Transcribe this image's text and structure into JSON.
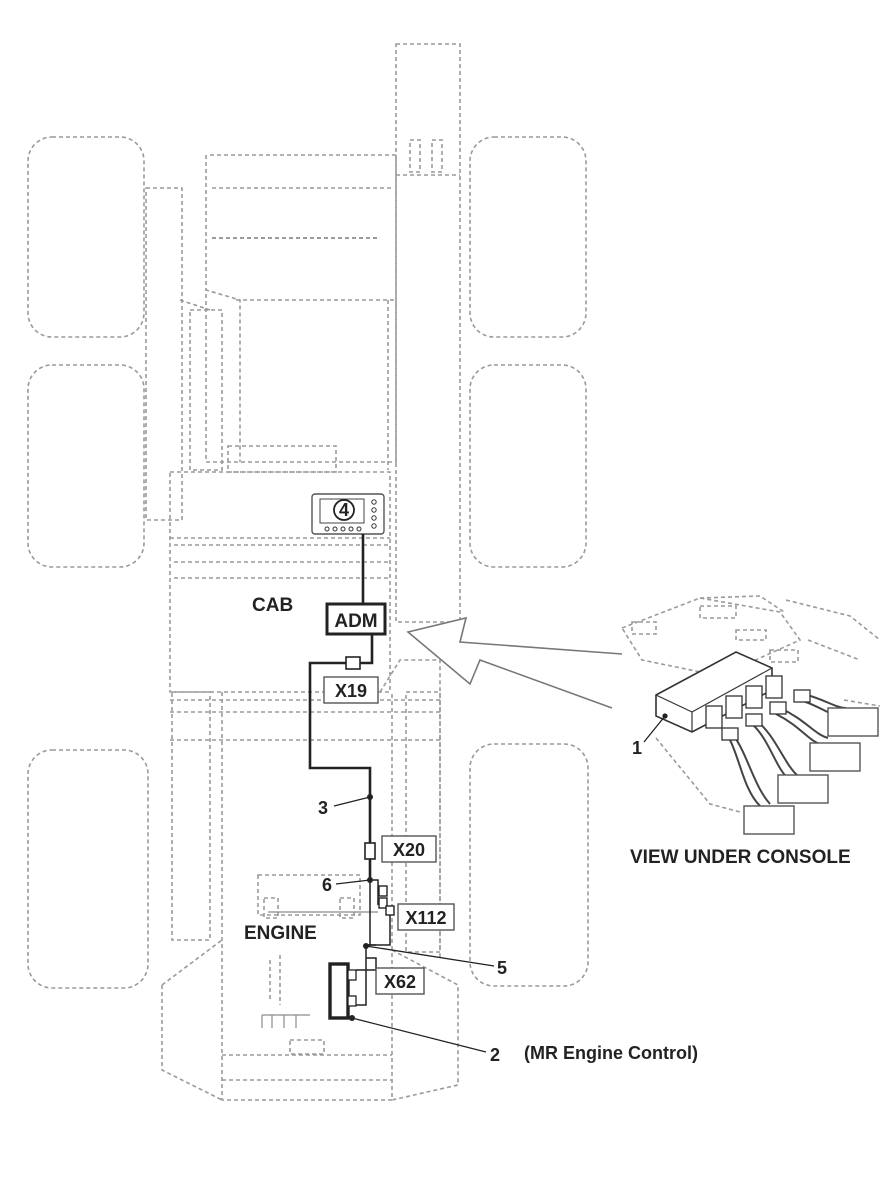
{
  "labels": {
    "cab": "CAB",
    "engine": "ENGINE",
    "view_under_console": "VIEW UNDER CONSOLE",
    "mr_engine_control": "(MR Engine Control)"
  },
  "connectors": {
    "adm": "ADM",
    "x19": "X19",
    "x20": "X20",
    "x112": "X112",
    "x62": "X62"
  },
  "callouts": {
    "c1": "1",
    "c2": "2",
    "c3": "3",
    "c4": "4",
    "c5": "5",
    "c6": "6"
  },
  "colors": {
    "outline": "#9a9a9a",
    "wire": "#222222",
    "background": "#ffffff"
  }
}
